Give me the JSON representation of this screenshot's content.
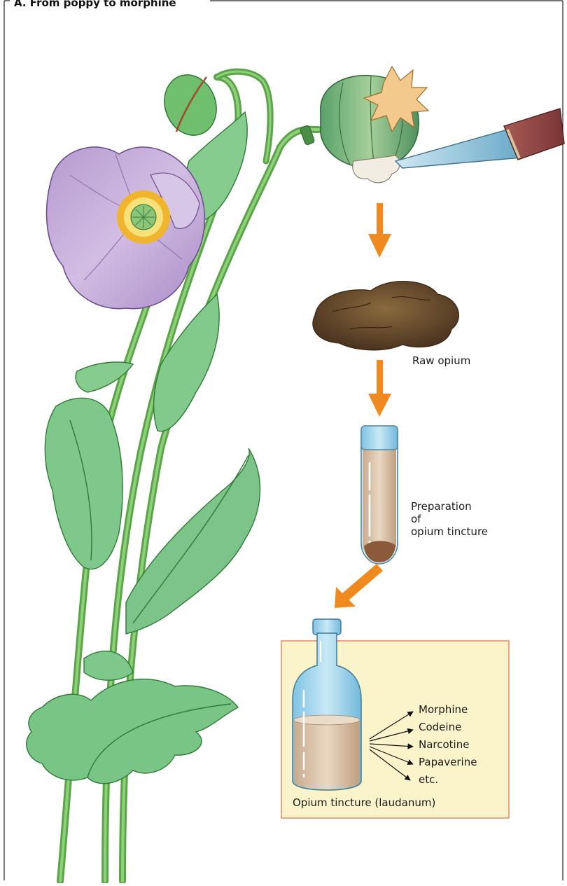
{
  "figure": {
    "title": "A. From poppy to morphine"
  },
  "steps": {
    "raw_opium": "Raw opium",
    "preparation": [
      "Preparation",
      "of",
      "opium tincture"
    ],
    "tincture": "Opium tincture (laudanum)"
  },
  "alkaloids": [
    "Morphine",
    "Codeine",
    "Narcotine",
    "Papaverine",
    "etc."
  ],
  "colors": {
    "arrow": "#f08a1e",
    "arrow_dark": "#c8660a",
    "box_fill": "#fbf3c9",
    "box_border": "#e07a4a",
    "leaf": "#6bbf6b",
    "stem": "#6fbb5a",
    "petal": "#c2a6d8",
    "glass": "#9fd3ec",
    "liquid": "#dcc4a8"
  }
}
